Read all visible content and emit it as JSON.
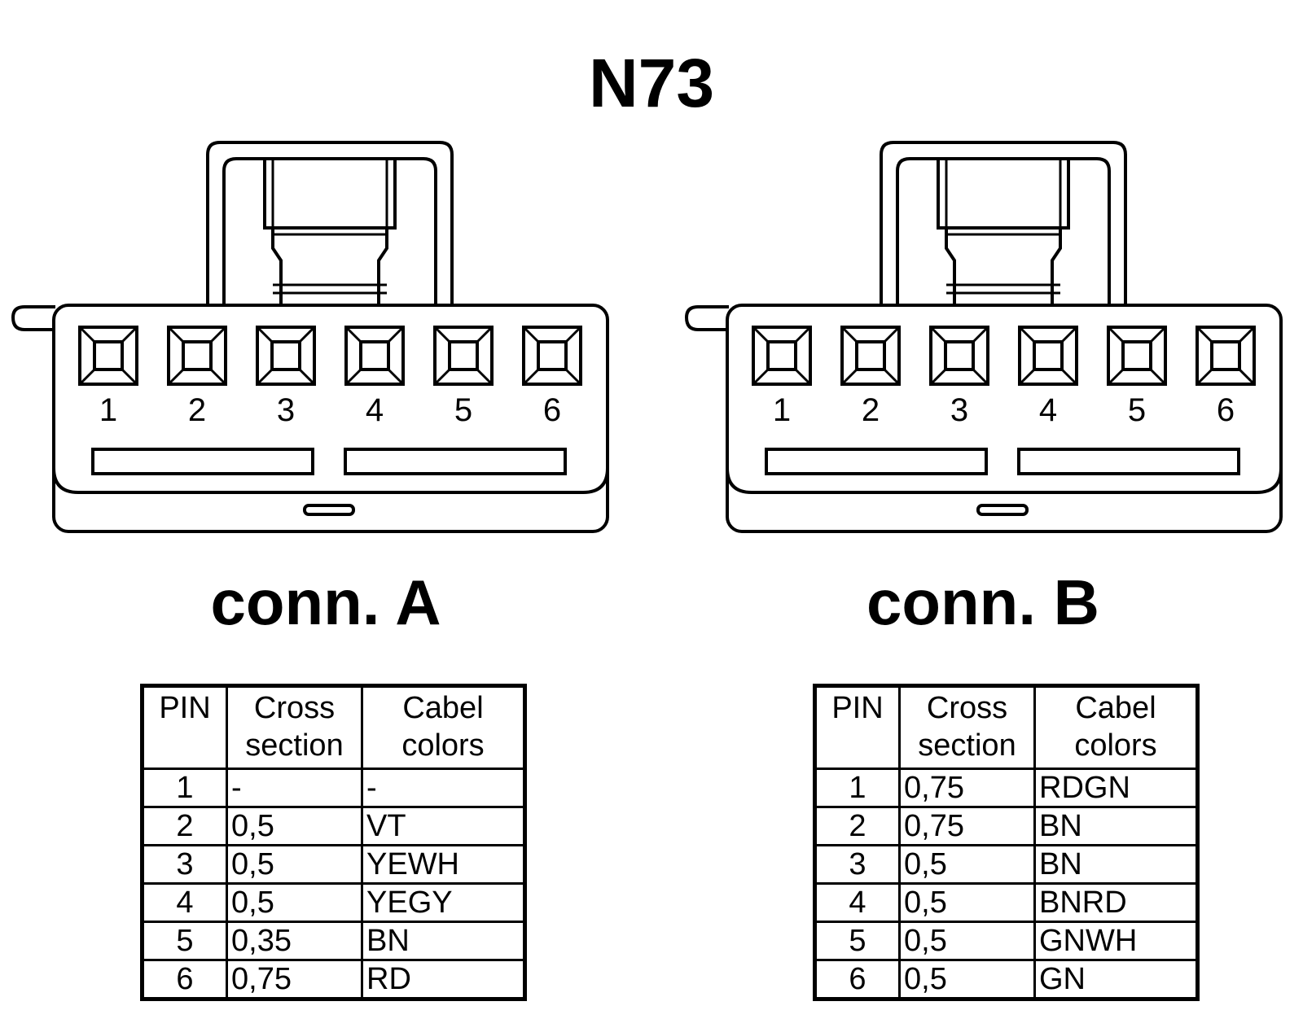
{
  "title": "N73",
  "connectors": [
    {
      "label": "conn. A",
      "pins": [
        "1",
        "2",
        "3",
        "4",
        "5",
        "6"
      ],
      "table": {
        "headers": {
          "pin": "PIN",
          "cross_1": "Cross",
          "cross_2": "section",
          "color_1": "Cabel",
          "color_2": "colors"
        },
        "rows": [
          {
            "pin": "1",
            "cross": "-",
            "color": "-"
          },
          {
            "pin": "2",
            "cross": "0,5",
            "color": "VT"
          },
          {
            "pin": "3",
            "cross": "0,5",
            "color": "YEWH"
          },
          {
            "pin": "4",
            "cross": "0,5",
            "color": "YEGY"
          },
          {
            "pin": "5",
            "cross": "0,35",
            "color": "BN"
          },
          {
            "pin": "6",
            "cross": "0,75",
            "color": "RD"
          }
        ]
      }
    },
    {
      "label": "conn. B",
      "pins": [
        "1",
        "2",
        "3",
        "4",
        "5",
        "6"
      ],
      "table": {
        "headers": {
          "pin": "PIN",
          "cross_1": "Cross",
          "cross_2": "section",
          "color_1": "Cabel",
          "color_2": "colors"
        },
        "rows": [
          {
            "pin": "1",
            "cross": "0,75",
            "color": "RDGN"
          },
          {
            "pin": "2",
            "cross": "0,75",
            "color": "BN"
          },
          {
            "pin": "3",
            "cross": "0,5",
            "color": "BN"
          },
          {
            "pin": "4",
            "cross": "0,5",
            "color": "BNRD"
          },
          {
            "pin": "5",
            "cross": "0,5",
            "color": "GNWH"
          },
          {
            "pin": "6",
            "cross": "0,5",
            "color": "GN"
          }
        ]
      }
    }
  ]
}
